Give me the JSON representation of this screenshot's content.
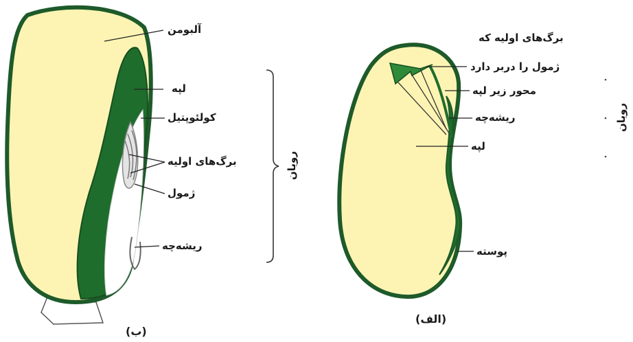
{
  "colors": {
    "endosperm": "#fdf4b3",
    "green": "#1f6d2c",
    "green_light": "#2f8a3a",
    "outline": "#1e5a2a",
    "line": "#222222"
  },
  "maize": {
    "caption": "(ب)",
    "labels": {
      "albumen": "آلبومن",
      "cotyledon": "لپه",
      "coleoptile": "کولئوپتیل",
      "first_leaves": "برگ‌های اولیه",
      "plumule": "ژمول",
      "radicle": "ریشه‌چه"
    },
    "bracket_label": "رویان"
  },
  "bean": {
    "caption": "(الف)",
    "labels": {
      "first_leaves_line1": "برگ‌های اولیه که",
      "first_leaves_line2": "ژمول را دربر دارد",
      "hypocotyl": "محور زیر لپه",
      "radicle": "ریشه‌چه",
      "cotyledon": "لپه",
      "seed_coat": "پوسته"
    },
    "embryo_label": "رویان"
  }
}
